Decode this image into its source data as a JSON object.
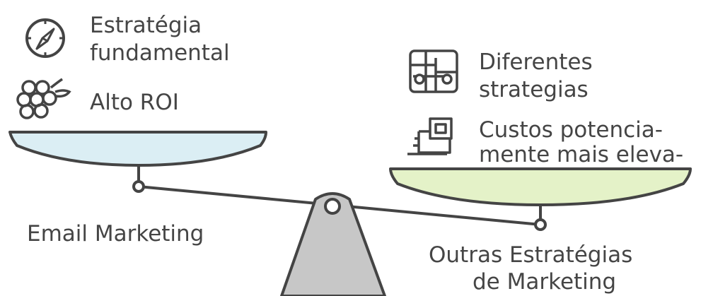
{
  "left_pan": {
    "label": "Email Marketing",
    "items": [
      {
        "icon": "compass-icon",
        "line1": "Estratégia",
        "line2": "fundamental"
      },
      {
        "icon": "grapes-icon",
        "line1": "Alto ROI"
      }
    ]
  },
  "right_pan": {
    "label_line1": "Outras Estratégias",
    "label_line2": "de Marketing",
    "items": [
      {
        "icon": "network-grid-icon",
        "line1": "Diferentes",
        "line2": "strategias"
      },
      {
        "icon": "stacked-boxes-icon",
        "line1": "Custos potencia-",
        "line2": "mente mais eleva-"
      }
    ]
  },
  "colors": {
    "left_pan_fill": "#dbeef4",
    "right_pan_fill": "#e4f2c8",
    "fulcrum_fill": "#c7c7c7",
    "stroke": "#444444"
  }
}
